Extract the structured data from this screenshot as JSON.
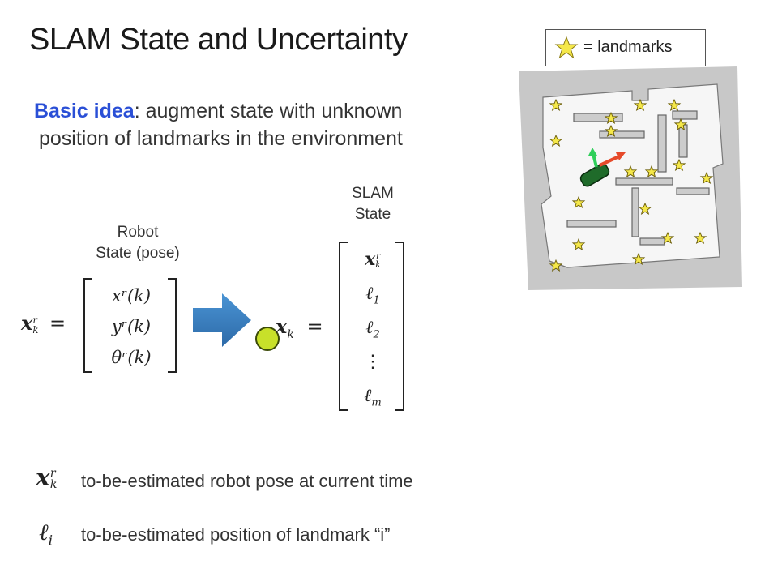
{
  "slide": {
    "title": "SLAM State and Uncertainty",
    "idea_lead": "Basic idea",
    "idea_line1": ": augment state with unknown",
    "idea_line2": "position of landmarks in the environment"
  },
  "legend": {
    "text": "= landmarks",
    "icon": "star-icon",
    "star_color": "#f5e84a"
  },
  "robot_state": {
    "caption_line1": "Robot",
    "caption_line2": "State (pose)",
    "lhs": "x",
    "lhs_sup": "r",
    "lhs_sub": "k",
    "equals": "=",
    "entries": [
      "xʳ(k)",
      "yʳ(k)",
      "θʳ(k)"
    ]
  },
  "slam_state": {
    "caption_line1": "SLAM",
    "caption_line2": "State",
    "lhs": "x",
    "lhs_sub": "k",
    "equals": "=",
    "entries": [
      {
        "base": "x",
        "sup": "r",
        "sub": "k",
        "bold": true
      },
      {
        "base": "ℓ",
        "sub": "1"
      },
      {
        "base": "ℓ",
        "sub": "2"
      },
      {
        "base": "⋮"
      },
      {
        "base": "ℓ",
        "sub": "m"
      }
    ]
  },
  "definitions": [
    {
      "symbol": "x",
      "sup": "r",
      "sub": "k",
      "text": "to-be-estimated robot pose at current time"
    },
    {
      "symbol": "ℓ",
      "sub": "i",
      "text": "to-be-estimated position of landmark “i”"
    }
  ],
  "colors": {
    "arrow": "#3a7fc0",
    "cursor_dot": "#c8e02a",
    "idea_accent": "#2a4fd6",
    "robot": "#1f6b2a"
  }
}
